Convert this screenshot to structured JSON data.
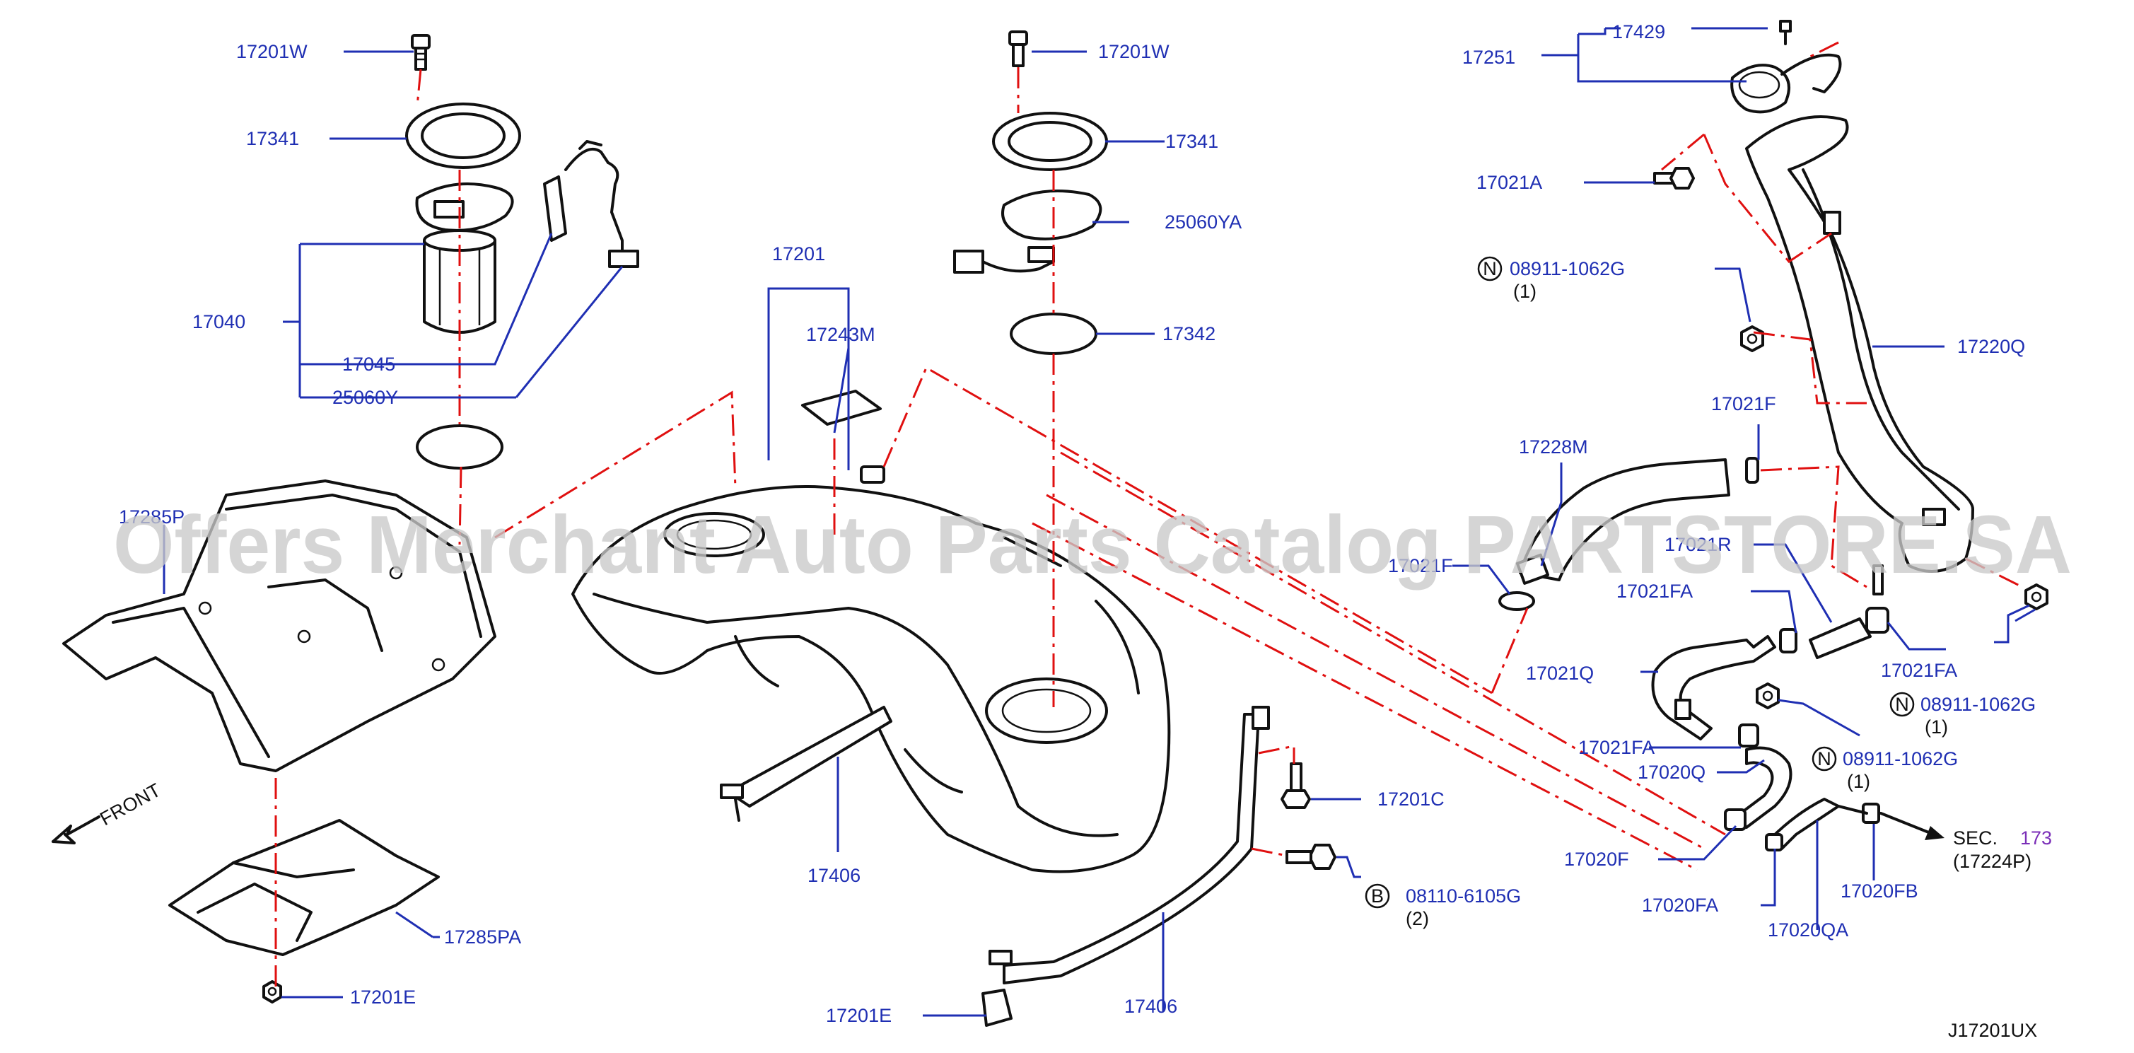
{
  "diagram": {
    "code": "J17201UX",
    "watermark": "Offers Merchant Auto Parts Catalog PARTSTORE.SA",
    "front_label": "FRONT",
    "sec_ref": {
      "sec": "SEC.",
      "num": "173",
      "sub": "(17224P)"
    },
    "labels": {
      "p17201W_left": "17201W",
      "p17341_left": "17341",
      "p17040": "17040",
      "p17045": "17045",
      "p25060Y": "25060Y",
      "p17285P": "17285P",
      "p17285PA": "17285PA",
      "p17201E_left": "17201E",
      "p17201": "17201",
      "p17243M": "17243M",
      "p17406_mid": "17406",
      "p17201W_mid": "17201W",
      "p17341_mid": "17341",
      "p25060YA": "25060YA",
      "p17342": "17342",
      "p17201C": "17201C",
      "p08110": "08110-6105G",
      "q08110": "(2)",
      "p17406_low": "17406",
      "p17201E_low": "17201E",
      "p17429": "17429",
      "p17251": "17251",
      "p17021A": "17021A",
      "p08911_a": "08911-1062G",
      "q08911_a": "(1)",
      "p17220Q": "17220Q",
      "p17021F_top": "17021F",
      "p17228M": "17228M",
      "p17021F_mid": "17021F",
      "p17021R": "17021R",
      "p17021FA_a": "17021FA",
      "p17021FA_b": "17021FA",
      "p08911_b": "08911-1062G",
      "q08911_b": "(1)",
      "p17021Q": "17021Q",
      "p17021FA_c": "17021FA",
      "p08911_c": "08911-1062G",
      "q08911_c": "(1)",
      "p17020Q": "17020Q",
      "p17020F": "17020F",
      "p17020FA": "17020FA",
      "p17020QA": "17020QA",
      "p17020FB": "17020FB"
    },
    "badges": {
      "n": "N",
      "b": "B"
    }
  }
}
